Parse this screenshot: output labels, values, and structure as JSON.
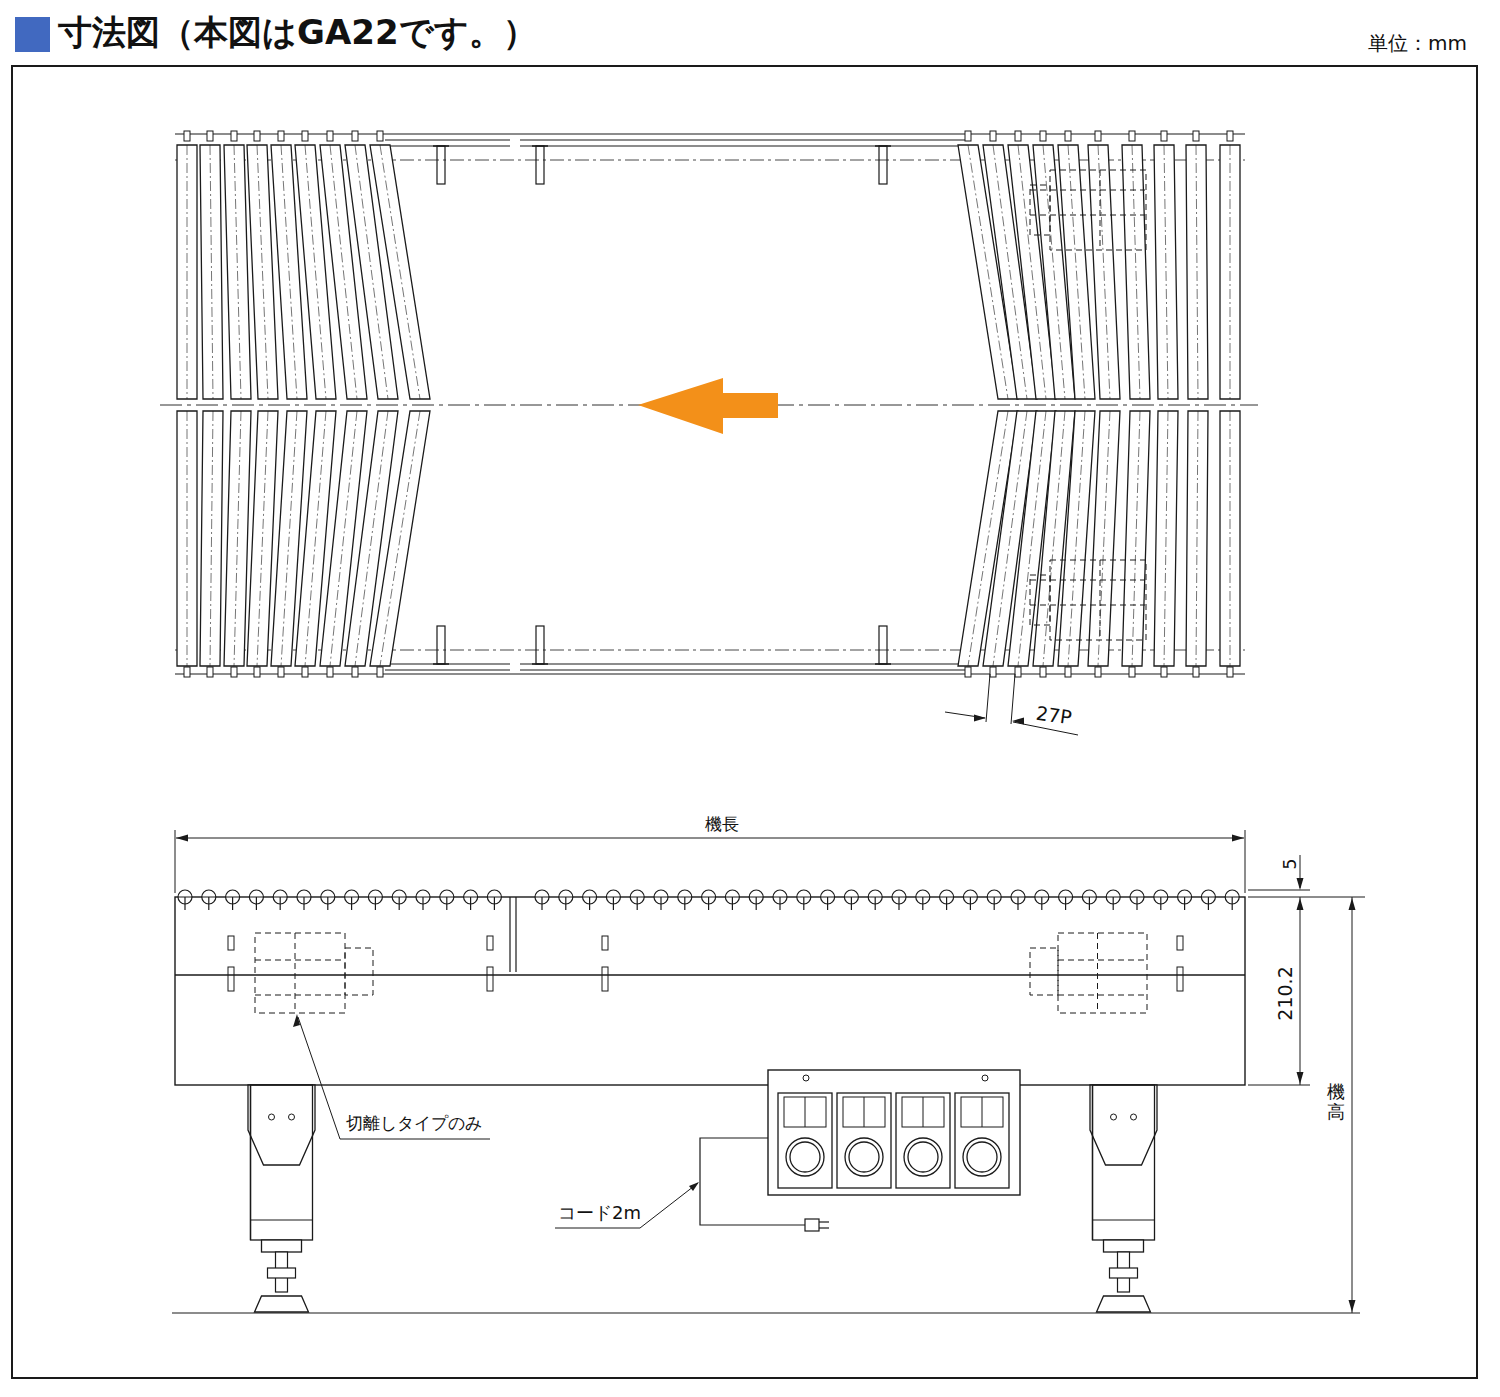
{
  "diagram": {
    "title": "寸法図（本図はGA22です。）",
    "labels": [
      "単位：mm",
      "27P",
      "機長",
      "5",
      "210.2",
      "機高",
      "切離しタイプのみ",
      "コード2m"
    ]
  }
}
